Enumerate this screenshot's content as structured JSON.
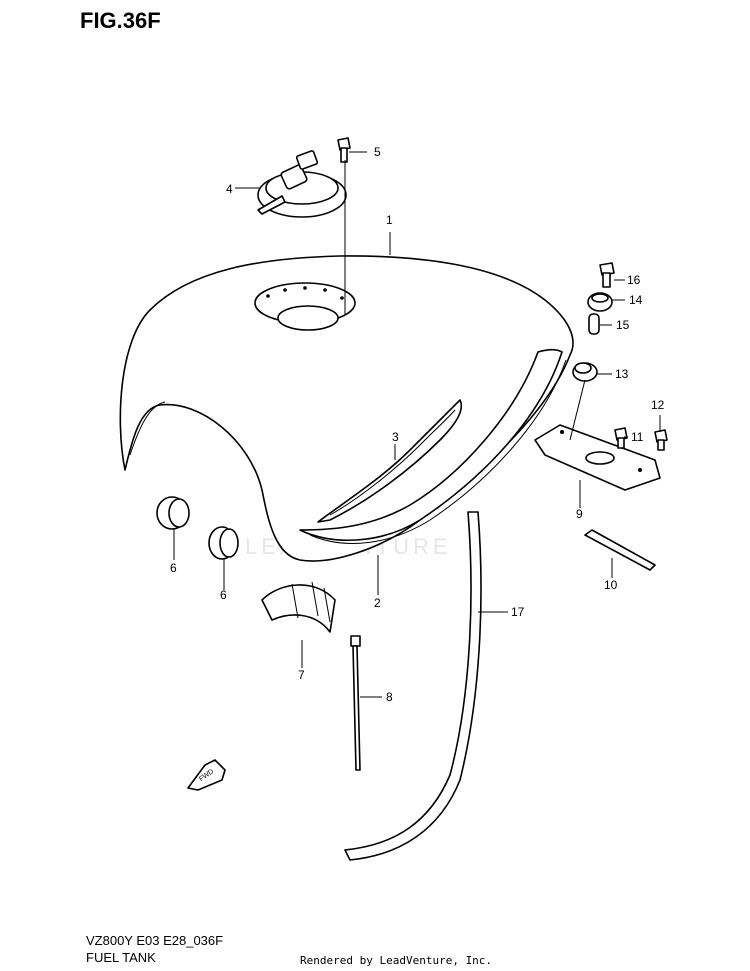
{
  "figure_title": "FIG.36F",
  "model_code": "VZ800Y E03 E28_036F",
  "diagram_title": "FUEL TANK",
  "rendered_by": "Rendered by LeadVenture, Inc.",
  "watermark": "LEADVENTURE",
  "fwd_label": "FWD",
  "callouts": [
    "1",
    "2",
    "3",
    "4",
    "5",
    "6",
    "6",
    "7",
    "8",
    "9",
    "10",
    "11",
    "12",
    "13",
    "14",
    "15",
    "16",
    "17"
  ]
}
